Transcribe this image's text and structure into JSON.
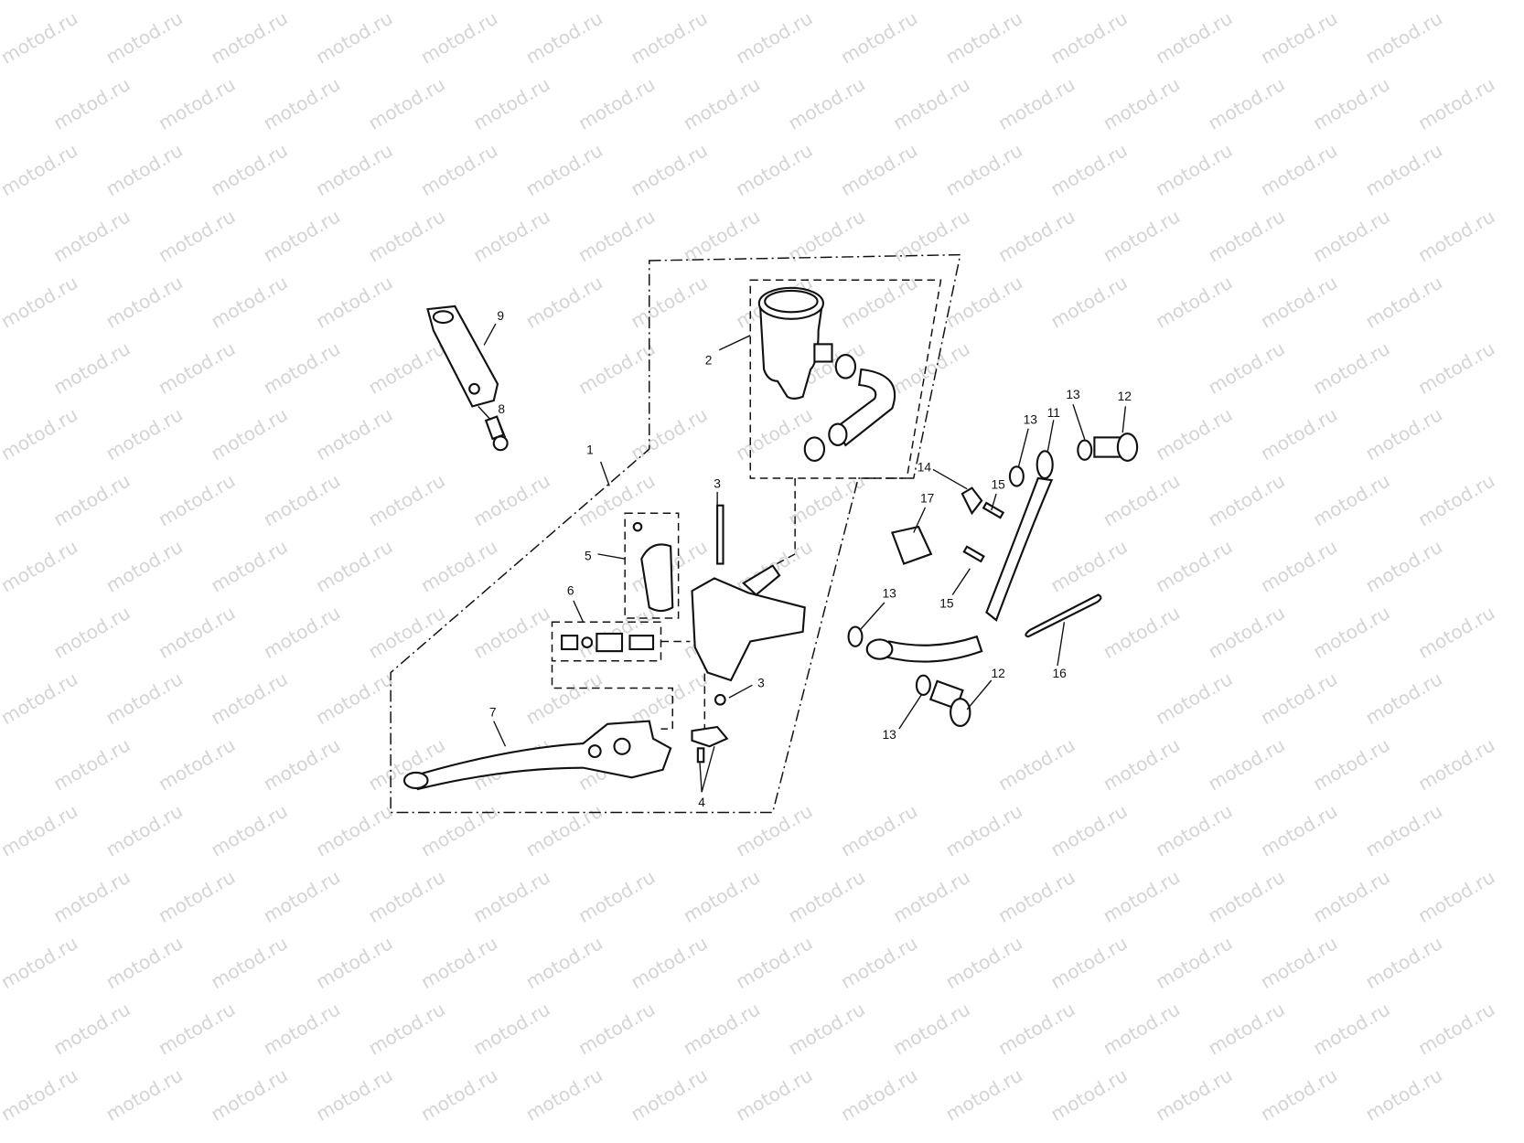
{
  "watermark": "motod.ru",
  "diagram": {
    "type": "exploded parts view",
    "callouts": [
      "1",
      "2",
      "3",
      "3",
      "4",
      "5",
      "6",
      "7",
      "8",
      "9",
      "11",
      "12",
      "12",
      "13",
      "13",
      "13",
      "13",
      "14",
      "15",
      "15",
      "16",
      "17"
    ]
  },
  "colors": {
    "line": "#111111",
    "watermark": "#d4d4d4",
    "background": "#ffffff"
  }
}
